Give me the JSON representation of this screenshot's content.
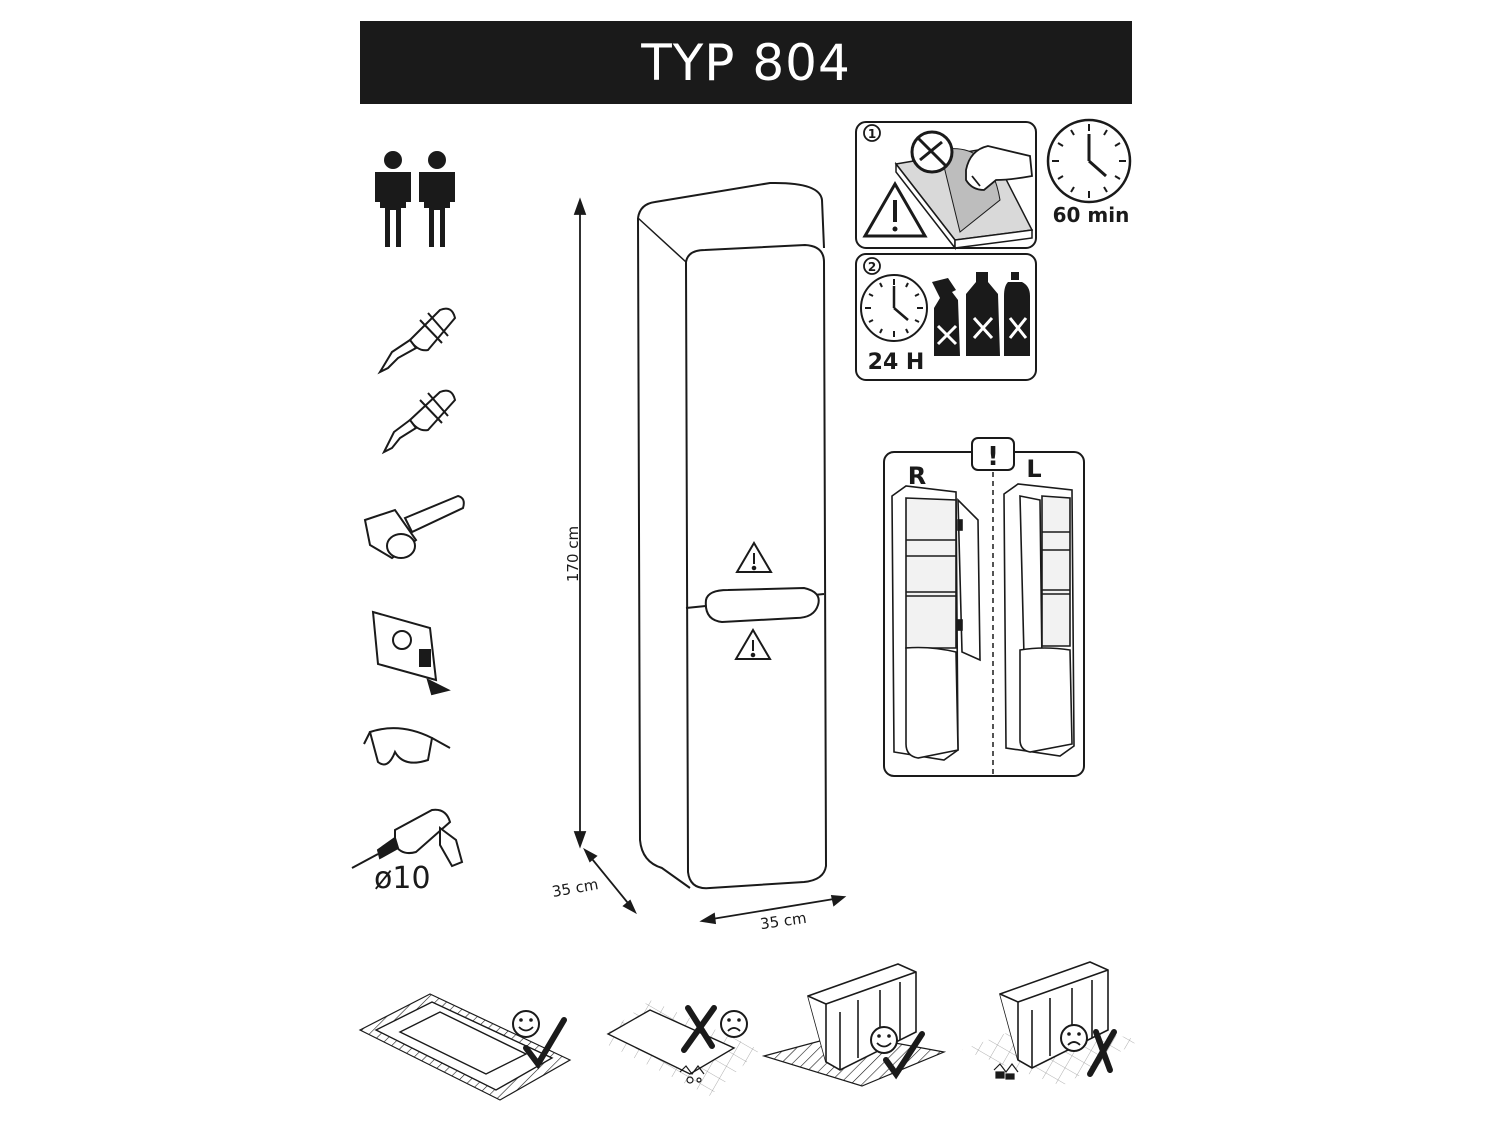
{
  "header": {
    "title": "TYP 804"
  },
  "tools": {
    "people_icon": "two-persons-icon",
    "screwdriver_flat_icon": "flat-screwdriver-icon",
    "screwdriver_phillips_icon": "phillips-screwdriver-icon",
    "mallet_icon": "rubber-mallet-icon",
    "tape_icon": "tape-measure-icon",
    "goggles_icon": "safety-goggles-icon",
    "drill_icon": "power-drill-icon",
    "drill_label": "ø10"
  },
  "dimensions": {
    "height": "170 cm",
    "depth": "35 cm",
    "width": "35 cm"
  },
  "care": {
    "panel1_number": "1",
    "wait_time": "60 min",
    "panel2_number": "2",
    "cure_time": "24 H"
  },
  "orientation": {
    "warning": "!",
    "right": "R",
    "left": "L"
  },
  "colors": {
    "ink": "#1a1a1a",
    "banner": "#1a1a1a",
    "background": "#ffffff"
  }
}
